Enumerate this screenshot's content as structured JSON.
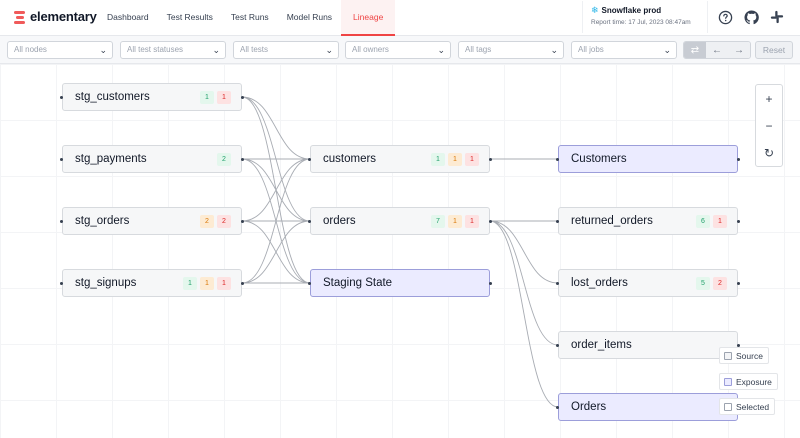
{
  "app": {
    "name": "elementary"
  },
  "nav": {
    "tabs": [
      {
        "label": "Dashboard"
      },
      {
        "label": "Test Results"
      },
      {
        "label": "Test Runs"
      },
      {
        "label": "Model Runs"
      },
      {
        "label": "Lineage",
        "active": true
      }
    ]
  },
  "environment": {
    "name": "Snowflake prod",
    "report_time": "Report time: 17 Jul, 2023 08:47am"
  },
  "top_icons": [
    "help-circle-icon",
    "github-icon",
    "slack-icon"
  ],
  "filters": [
    {
      "placeholder": "All nodes"
    },
    {
      "placeholder": "All test statuses"
    },
    {
      "placeholder": "All tests"
    },
    {
      "placeholder": "All owners"
    },
    {
      "placeholder": "All tags"
    },
    {
      "placeholder": "All jobs"
    }
  ],
  "direction_icons": [
    "both-directions-icon",
    "upstream-arrow-icon",
    "downstream-arrow-icon"
  ],
  "reset_label": "Reset",
  "colors": {
    "accent": "#ef4444",
    "success": "#22a06b",
    "warning": "#d97706",
    "error": "#dc2626",
    "exposure": "#ebebff"
  },
  "nodes": [
    {
      "id": "stg_customers",
      "label": "stg_customers",
      "type": "model",
      "badges": [
        {
          "value": "1",
          "status": "pass"
        },
        {
          "value": "1",
          "status": "error"
        }
      ]
    },
    {
      "id": "stg_payments",
      "label": "stg_payments",
      "type": "model",
      "badges": [
        {
          "value": "2",
          "status": "pass"
        }
      ]
    },
    {
      "id": "stg_orders",
      "label": "stg_orders",
      "type": "model",
      "badges": [
        {
          "value": "2",
          "status": "warn"
        },
        {
          "value": "2",
          "status": "error"
        }
      ]
    },
    {
      "id": "stg_signups",
      "label": "stg_signups",
      "type": "model",
      "badges": [
        {
          "value": "1",
          "status": "pass"
        },
        {
          "value": "1",
          "status": "warn"
        },
        {
          "value": "1",
          "status": "error"
        }
      ]
    },
    {
      "id": "customers",
      "label": "customers",
      "type": "model",
      "badges": [
        {
          "value": "1",
          "status": "pass"
        },
        {
          "value": "1",
          "status": "warn"
        },
        {
          "value": "1",
          "status": "error"
        }
      ]
    },
    {
      "id": "orders",
      "label": "orders",
      "type": "model",
      "badges": [
        {
          "value": "7",
          "status": "pass"
        },
        {
          "value": "1",
          "status": "warn"
        },
        {
          "value": "1",
          "status": "error"
        }
      ]
    },
    {
      "id": "staging_state",
      "label": "Staging State",
      "type": "exposure",
      "badges": []
    },
    {
      "id": "customers_exp",
      "label": "Customers",
      "type": "exposure",
      "badges": []
    },
    {
      "id": "returned_orders",
      "label": "returned_orders",
      "type": "model",
      "badges": [
        {
          "value": "6",
          "status": "pass"
        },
        {
          "value": "1",
          "status": "error"
        }
      ]
    },
    {
      "id": "lost_orders",
      "label": "lost_orders",
      "type": "model",
      "badges": [
        {
          "value": "5",
          "status": "pass"
        },
        {
          "value": "2",
          "status": "error"
        }
      ]
    },
    {
      "id": "order_items",
      "label": "order_items",
      "type": "model",
      "badges": []
    },
    {
      "id": "orders_exp",
      "label": "Orders",
      "type": "exposure",
      "badges": []
    }
  ],
  "edges": [
    [
      "stg_customers",
      "customers"
    ],
    [
      "stg_customers",
      "orders"
    ],
    [
      "stg_customers",
      "staging_state"
    ],
    [
      "stg_payments",
      "customers"
    ],
    [
      "stg_payments",
      "orders"
    ],
    [
      "stg_payments",
      "staging_state"
    ],
    [
      "stg_orders",
      "customers"
    ],
    [
      "stg_orders",
      "orders"
    ],
    [
      "stg_orders",
      "staging_state"
    ],
    [
      "stg_signups",
      "customers"
    ],
    [
      "stg_signups",
      "orders"
    ],
    [
      "stg_signups",
      "staging_state"
    ],
    [
      "customers",
      "customers_exp"
    ],
    [
      "orders",
      "returned_orders"
    ],
    [
      "orders",
      "lost_orders"
    ],
    [
      "orders",
      "order_items"
    ],
    [
      "orders",
      "orders_exp"
    ]
  ],
  "zoom_controls": [
    "zoom-in-icon",
    "zoom-out-icon",
    "reset-view-icon"
  ],
  "legend": [
    {
      "label": "Source"
    },
    {
      "label": "Exposure"
    },
    {
      "label": "Selected"
    }
  ]
}
